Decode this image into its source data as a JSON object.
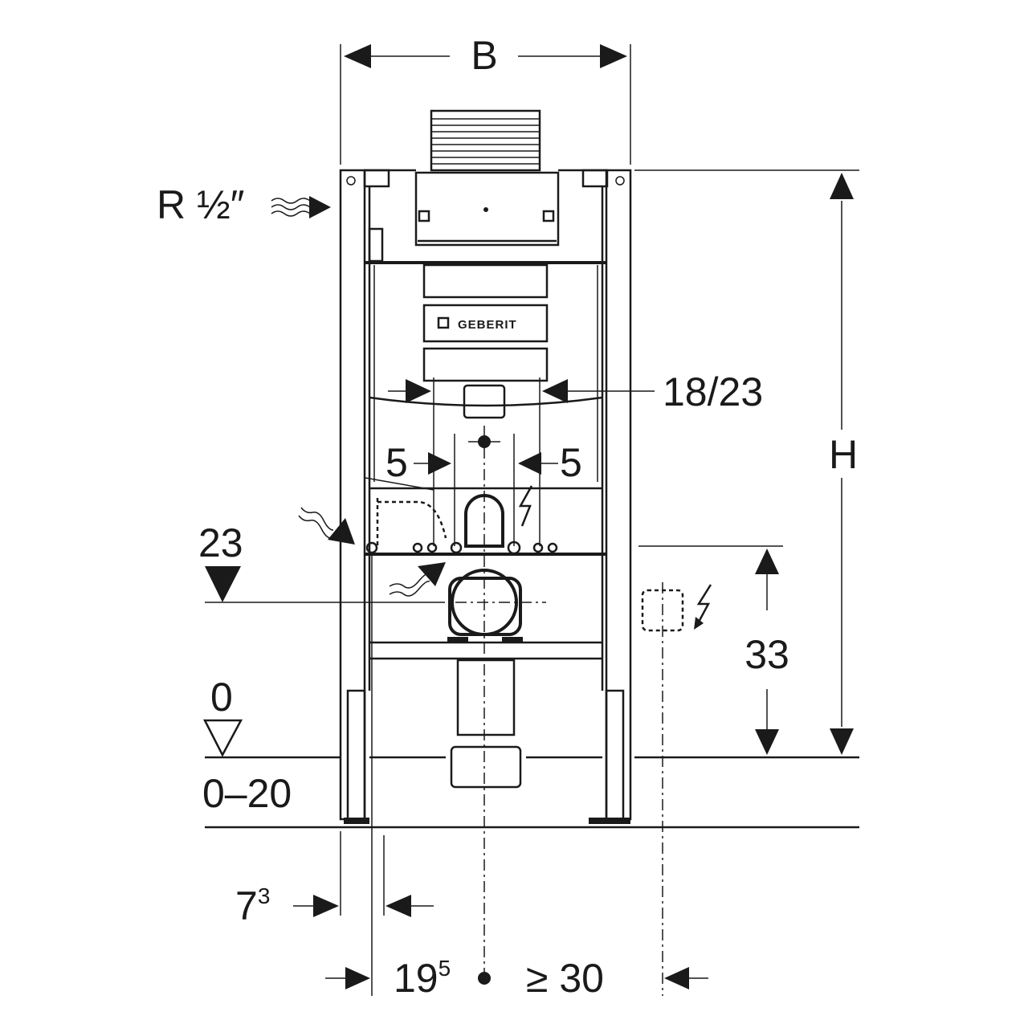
{
  "diagram": {
    "title": "Geberit installation frame dimension drawing",
    "brand_logo": "GEBERIT",
    "dimensions": {
      "width_label": "B",
      "height_label": "H",
      "water_connection": "R ½″",
      "flush_pipe_width": "18/23",
      "offset_left": "5",
      "offset_right": "5",
      "drain_height": "23",
      "floor_level": "0",
      "floor_range": "0–20",
      "electrical_height": "33",
      "post_depth_base": "7",
      "post_depth_sup": "3",
      "center_offset_base": "19",
      "center_offset_sup": "5",
      "electrical_offset": "≥ 30"
    },
    "colors": {
      "line": "#1a1a1a",
      "background": "#ffffff"
    }
  }
}
